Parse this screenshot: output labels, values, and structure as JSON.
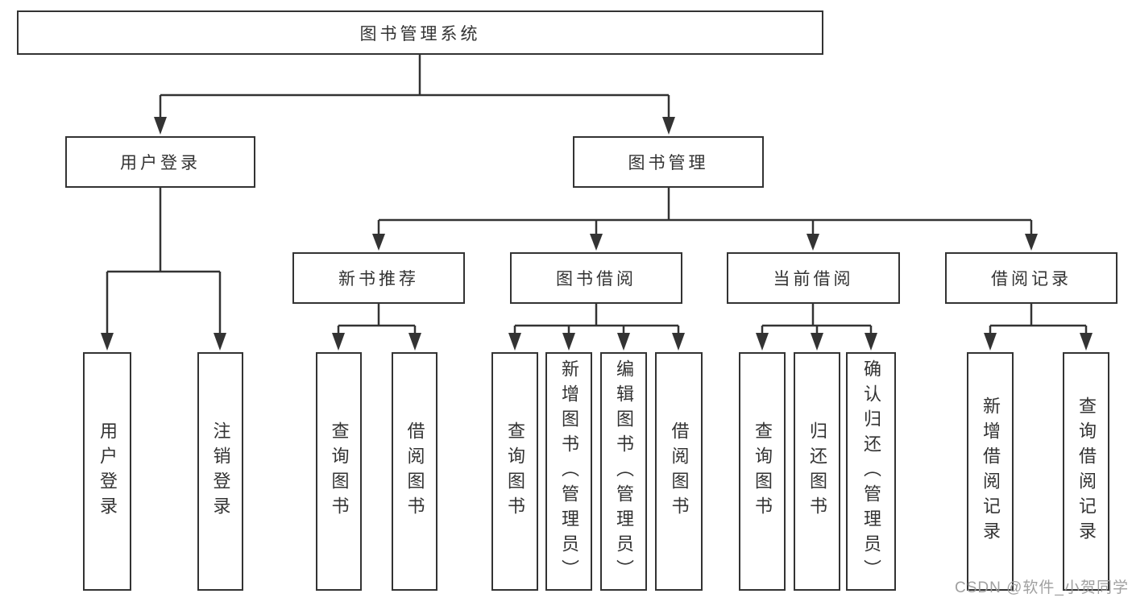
{
  "diagram": {
    "title": "图书管理系统",
    "root": {
      "label": "图书管理系统"
    },
    "level2": [
      {
        "label": "用户登录"
      },
      {
        "label": "图书管理"
      }
    ],
    "level3": [
      {
        "label": "新书推荐"
      },
      {
        "label": "图书借阅"
      },
      {
        "label": "当前借阅"
      },
      {
        "label": "借阅记录"
      }
    ],
    "leaves": [
      {
        "label": "用户登录",
        "parent": "用户登录"
      },
      {
        "label": "注销登录",
        "parent": "用户登录"
      },
      {
        "label": "查询图书",
        "parent": "新书推荐"
      },
      {
        "label": "借阅图书",
        "parent": "新书推荐"
      },
      {
        "label": "查询图书",
        "parent": "图书借阅"
      },
      {
        "label": "新增图书（管理员）",
        "parent": "图书借阅"
      },
      {
        "label": "编辑图书（管理员）",
        "parent": "图书借阅"
      },
      {
        "label": "借阅图书",
        "parent": "图书借阅"
      },
      {
        "label": "查询图书",
        "parent": "当前借阅"
      },
      {
        "label": "归还图书",
        "parent": "当前借阅"
      },
      {
        "label": "确认归还（管理员）",
        "parent": "当前借阅"
      },
      {
        "label": "新增借阅记录",
        "parent": "借阅记录"
      },
      {
        "label": "查询借阅记录",
        "parent": "借阅记录"
      }
    ]
  },
  "watermark": {
    "text": "CSDN @软件_小贺同学",
    "color": "#989898"
  },
  "colors": {
    "line": "#333333",
    "background": "#ffffff",
    "text": "#333333"
  }
}
